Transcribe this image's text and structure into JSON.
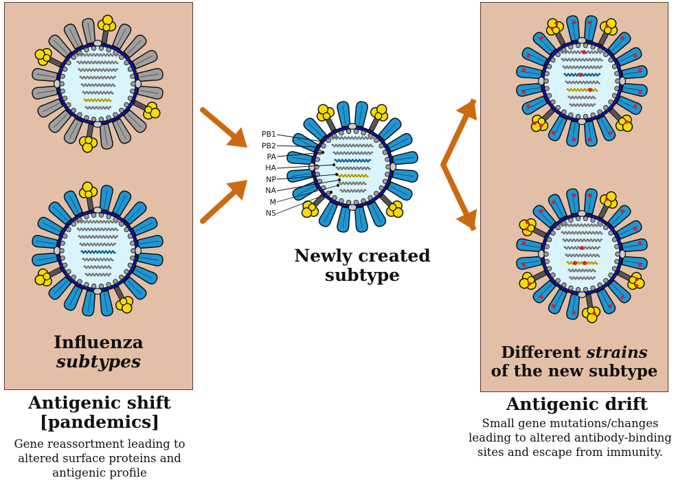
{
  "left_panel": {
    "title_line1": "Influenza",
    "title_line2": "subtypes",
    "heading_line1": "Antigenic shift",
    "heading_line2": "[pandemics]",
    "desc_line1": "Gene reassortment leading to",
    "desc_line2": "altered surface proteins and",
    "desc_line3": "antigenic profile"
  },
  "center": {
    "title_line1": "Newly created",
    "title_line2": "subtype",
    "segments": [
      "PB1",
      "PB2",
      "PA",
      "HA",
      "NP",
      "NA",
      "M",
      "NS"
    ]
  },
  "right_panel": {
    "title_word1": "Different",
    "title_word2": "strains",
    "title_line2": "of the new subtype",
    "heading": "Antigenic drift",
    "desc_line1": "Small gene mutations/changes",
    "desc_line2": "leading to altered antibody-binding",
    "desc_line3": "sites and escape from immunity."
  },
  "colors": {
    "panel": "#e2bfa6",
    "capsid": "#1111aa",
    "interior": "#d9f4fb",
    "gray_spike": "#a0a0a0",
    "blue_spike": "#1f96d3",
    "yellow_spike": "#f5dc00",
    "arrow": "#cc6a12",
    "mutation": "#e02020"
  }
}
